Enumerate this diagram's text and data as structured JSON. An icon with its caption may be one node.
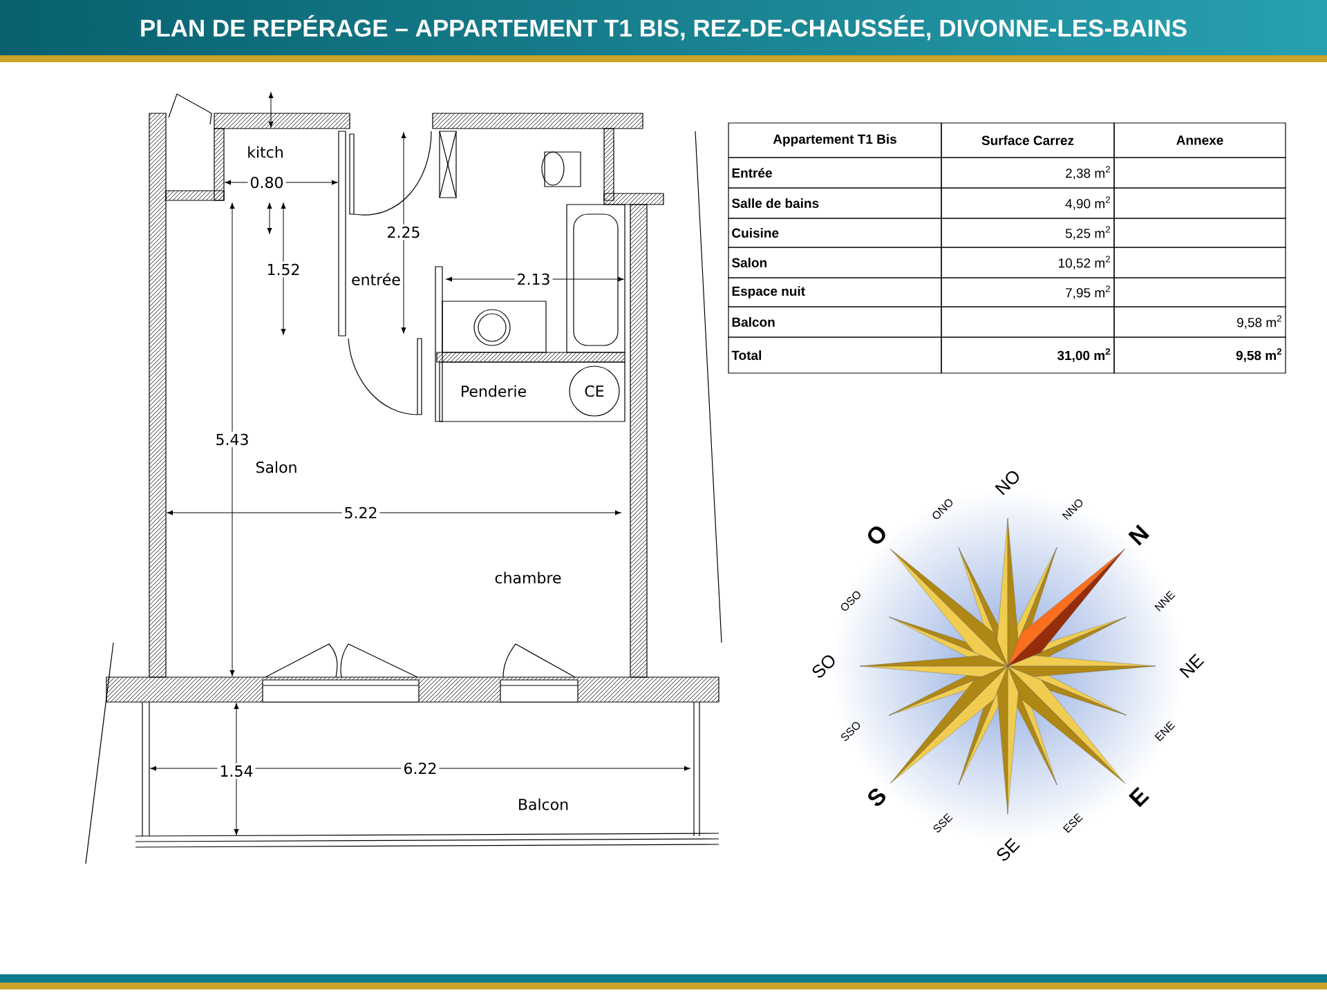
{
  "diagram": {
    "title": "PLAN DE REPÉRAGE – APPARTEMENT T1 BIS, REZ-DE-CHAUSSÉE, DIVONNE-LES-BAINS",
    "labels": [
      "kitch",
      "0.80",
      "2.25",
      "1.52",
      "entrée",
      "2.13",
      "Penderie",
      "CE",
      "5.43",
      "Salon",
      "5.22",
      "chambre",
      "1.54",
      "6.22",
      "Balcon",
      "Appartement T1 Bis",
      "Surface Carrez",
      "Annexe",
      "Entrée",
      "2,38 m$^{2}$",
      "Salle de bains",
      "4,90 m$^{2}$",
      "Cuisine",
      "5,25 m$^{2}$",
      "Salon",
      "10,52 m$^{2}$",
      "Espace nuit",
      "7,95 m$^{2}$",
      "Balcon",
      "9,58 m$^{2}$",
      "Total",
      "31,00 m$^{2}$",
      "9,58 m$^{2}$",
      "NO",
      "NNO",
      "N",
      "ONO",
      "O",
      "OSO",
      "NNE",
      "NE",
      "SO",
      "ENE",
      "SSO",
      "E",
      "S",
      "ESE",
      "SSE",
      "SE"
    ]
  }
}
